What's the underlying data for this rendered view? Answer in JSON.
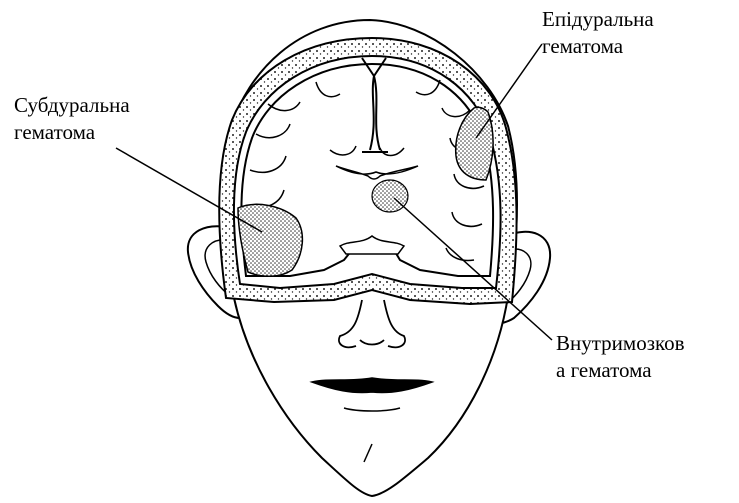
{
  "labels": {
    "epidural": [
      "Епідуральна",
      "гематома"
    ],
    "subdural": [
      "Субдуральна",
      "гематома"
    ],
    "intracerebral": [
      "Внутримозков",
      "а гематома"
    ]
  },
  "colors": {
    "line": "#000000",
    "hematoma_fill": "#a9a9a9",
    "background": "#ffffff"
  }
}
